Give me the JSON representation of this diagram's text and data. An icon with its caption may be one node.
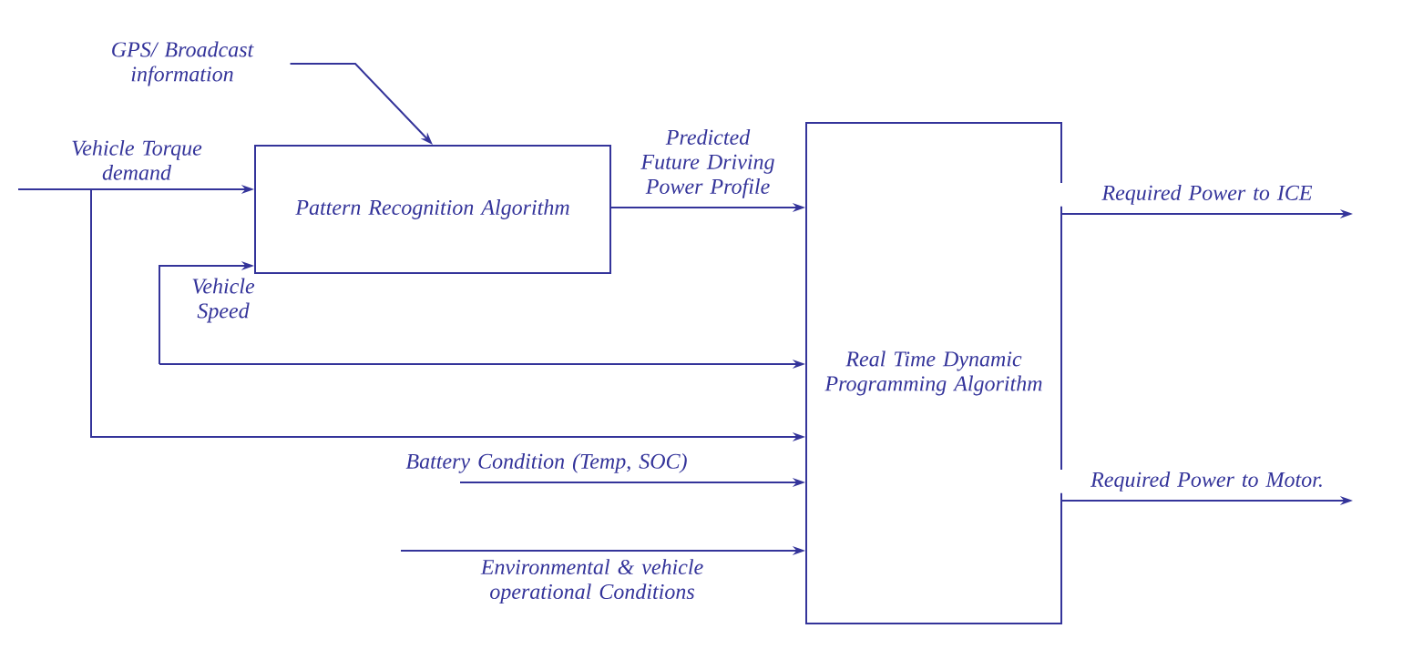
{
  "diagram": {
    "nodes": [
      {
        "text": [
          "GPS/ Broadcast information"
        ]
      },
      {
        "text": [
          "Pattern Recognition Algorithm"
        ]
      },
      {
        "text": [
          "Real Time Dynamic Programming Algorithm"
        ]
      }
    ],
    "edges": [
      {
        "from": 0,
        "to": 1,
        "arrow": "to"
      },
      {
        "from": null,
        "to": 1,
        "arrow": "to",
        "label": "Vehicle Torque demand"
      },
      {
        "from": null,
        "to": 2,
        "arrow": "to"
      },
      {
        "from": null,
        "to": 1,
        "arrow": "to",
        "label": "Vehicle Speed"
      },
      {
        "from": null,
        "to": 2,
        "arrow": "to"
      },
      {
        "from": 1,
        "to": 2,
        "arrow": "to",
        "label": "Predicted Future Driving Power Profile"
      },
      {
        "from": null,
        "to": 2,
        "arrow": "to",
        "label": "Battery Condition (Temp, SOC)"
      },
      {
        "from": null,
        "to": 2,
        "arrow": "to",
        "label": "Environmental & vehicle operational Conditions"
      },
      {
        "from": 2,
        "to": null,
        "arrow": "to",
        "label": "Required Power to ICE"
      },
      {
        "from": 2,
        "to": null,
        "arrow": "to",
        "label": "Required Power to Motor."
      }
    ]
  }
}
